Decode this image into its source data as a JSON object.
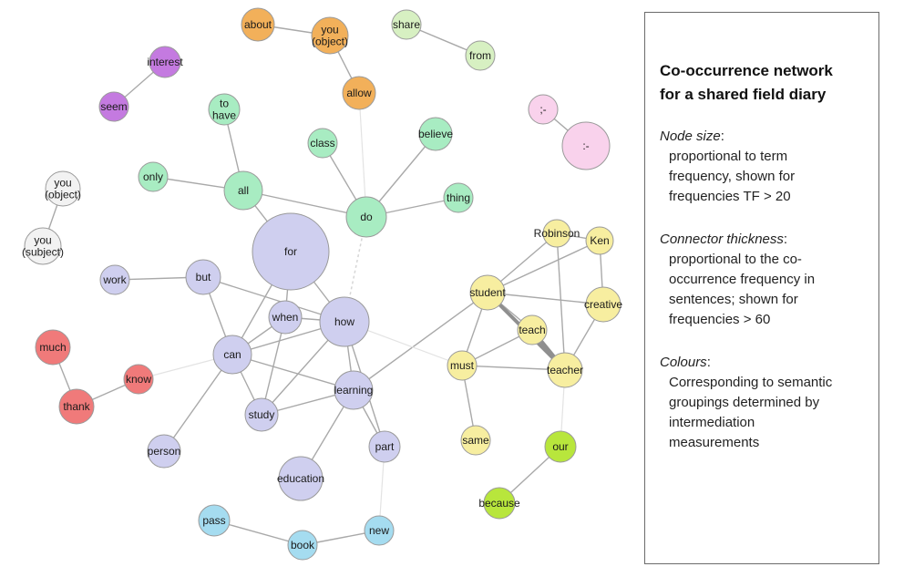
{
  "legend": {
    "title_lines": [
      "Co-occurrence network",
      "for a shared field diary"
    ],
    "sections": [
      {
        "heading": "Node size",
        "suffix": ":",
        "lines": [
          "proportional to term",
          "frequency, shown for",
          "frequencies TF > 20"
        ]
      },
      {
        "heading": "Connector thickness",
        "suffix": ":",
        "lines": [
          "proportional to the co-",
          "occurrence frequency in",
          "sentences; shown for",
          "frequencies > 60"
        ]
      },
      {
        "heading": "Colours",
        "suffix": ":",
        "lines": [
          "Corresponding to semantic",
          "groupings determined by",
          "intermediation",
          "measurements"
        ]
      }
    ]
  },
  "group_colors": {
    "orange": "#f2b05a",
    "lightgreen": "#d7f0c2",
    "purple": "#c47ae0",
    "mint": "#a8ecc2",
    "grey": "#f2f2f2",
    "pink": "#f9d2ec",
    "lavender": "#cfcfef",
    "yellow": "#f7eea0",
    "red": "#f07a7a",
    "green": "#b8e63c",
    "blue": "#a5dcf0"
  },
  "nodes": [
    {
      "id": "about",
      "label": [
        "about"
      ],
      "group": "orange"
    },
    {
      "id": "you_object_top",
      "label": [
        "you",
        "(object)"
      ],
      "group": "orange"
    },
    {
      "id": "allow",
      "label": [
        "allow"
      ],
      "group": "orange"
    },
    {
      "id": "share",
      "label": [
        "share"
      ],
      "group": "lightgreen"
    },
    {
      "id": "from",
      "label": [
        "from"
      ],
      "group": "lightgreen"
    },
    {
      "id": "interest",
      "label": [
        "interest"
      ],
      "group": "purple"
    },
    {
      "id": "seem",
      "label": [
        "seem"
      ],
      "group": "purple"
    },
    {
      "id": "to_have",
      "label": [
        "to",
        "have"
      ],
      "group": "mint"
    },
    {
      "id": "class",
      "label": [
        "class"
      ],
      "group": "mint"
    },
    {
      "id": "believe",
      "label": [
        "believe"
      ],
      "group": "mint"
    },
    {
      "id": "only",
      "label": [
        "only"
      ],
      "group": "mint"
    },
    {
      "id": "all",
      "label": [
        "all"
      ],
      "group": "mint"
    },
    {
      "id": "do",
      "label": [
        "do"
      ],
      "group": "mint"
    },
    {
      "id": "thing",
      "label": [
        "thing"
      ],
      "group": "mint"
    },
    {
      "id": "smiley1",
      "label": [
        ";-"
      ],
      "group": "pink"
    },
    {
      "id": "smiley2",
      "label": [
        ":-"
      ],
      "group": "pink"
    },
    {
      "id": "you_object_left",
      "label": [
        "you",
        "(object)"
      ],
      "group": "grey"
    },
    {
      "id": "you_subject",
      "label": [
        "you",
        "(subject)"
      ],
      "group": "grey"
    },
    {
      "id": "for",
      "label": [
        "for"
      ],
      "group": "lavender"
    },
    {
      "id": "work",
      "label": [
        "work"
      ],
      "group": "lavender"
    },
    {
      "id": "but",
      "label": [
        "but"
      ],
      "group": "lavender"
    },
    {
      "id": "when",
      "label": [
        "when"
      ],
      "group": "lavender"
    },
    {
      "id": "how",
      "label": [
        "how"
      ],
      "group": "lavender"
    },
    {
      "id": "can",
      "label": [
        "can"
      ],
      "group": "lavender"
    },
    {
      "id": "learning",
      "label": [
        "learning"
      ],
      "group": "lavender"
    },
    {
      "id": "study",
      "label": [
        "study"
      ],
      "group": "lavender"
    },
    {
      "id": "part",
      "label": [
        "part"
      ],
      "group": "lavender"
    },
    {
      "id": "person",
      "label": [
        "person"
      ],
      "group": "lavender"
    },
    {
      "id": "education",
      "label": [
        "education"
      ],
      "group": "lavender"
    },
    {
      "id": "robinson",
      "label": [
        "Robinson"
      ],
      "group": "yellow"
    },
    {
      "id": "ken",
      "label": [
        "Ken"
      ],
      "group": "yellow"
    },
    {
      "id": "student",
      "label": [
        "student"
      ],
      "group": "yellow"
    },
    {
      "id": "creative",
      "label": [
        "creative"
      ],
      "group": "yellow"
    },
    {
      "id": "teach",
      "label": [
        "teach"
      ],
      "group": "yellow"
    },
    {
      "id": "must",
      "label": [
        "must"
      ],
      "group": "yellow"
    },
    {
      "id": "teacher",
      "label": [
        "teacher"
      ],
      "group": "yellow"
    },
    {
      "id": "same",
      "label": [
        "same"
      ],
      "group": "yellow"
    },
    {
      "id": "our",
      "label": [
        "our"
      ],
      "group": "green"
    },
    {
      "id": "because",
      "label": [
        "because"
      ],
      "group": "green"
    },
    {
      "id": "much",
      "label": [
        "much"
      ],
      "group": "red"
    },
    {
      "id": "thank",
      "label": [
        "thank"
      ],
      "group": "red"
    },
    {
      "id": "know",
      "label": [
        "know"
      ],
      "group": "red"
    },
    {
      "id": "pass",
      "label": [
        "pass"
      ],
      "group": "blue"
    },
    {
      "id": "book",
      "label": [
        "book"
      ],
      "group": "blue"
    },
    {
      "id": "new",
      "label": [
        "new"
      ],
      "group": "blue"
    }
  ],
  "edges": [
    {
      "from": "about",
      "to": "you_object_top",
      "style": "solid"
    },
    {
      "from": "you_object_top",
      "to": "allow",
      "style": "solid"
    },
    {
      "from": "share",
      "to": "from",
      "style": "solid"
    },
    {
      "from": "interest",
      "to": "seem",
      "style": "solid"
    },
    {
      "from": "you_object_left",
      "to": "you_subject",
      "style": "solid"
    },
    {
      "from": "smiley1",
      "to": "smiley2",
      "style": "solid"
    },
    {
      "from": "to_have",
      "to": "all",
      "style": "solid"
    },
    {
      "from": "only",
      "to": "all",
      "style": "solid"
    },
    {
      "from": "all",
      "to": "do",
      "style": "solid"
    },
    {
      "from": "class",
      "to": "do",
      "style": "solid"
    },
    {
      "from": "believe",
      "to": "do",
      "style": "solid"
    },
    {
      "from": "thing",
      "to": "do",
      "style": "solid"
    },
    {
      "from": "all",
      "to": "for",
      "style": "solid"
    },
    {
      "from": "allow",
      "to": "do",
      "style": "faint"
    },
    {
      "from": "do",
      "to": "how",
      "style": "dashed"
    },
    {
      "from": "for",
      "to": "how",
      "style": "solid"
    },
    {
      "from": "for",
      "to": "can",
      "style": "solid"
    },
    {
      "from": "for",
      "to": "when",
      "style": "solid"
    },
    {
      "from": "work",
      "to": "but",
      "style": "solid"
    },
    {
      "from": "but",
      "to": "can",
      "style": "solid"
    },
    {
      "from": "but",
      "to": "how",
      "style": "solid"
    },
    {
      "from": "when",
      "to": "how",
      "style": "solid"
    },
    {
      "from": "when",
      "to": "can",
      "style": "solid"
    },
    {
      "from": "when",
      "to": "study",
      "style": "solid"
    },
    {
      "from": "can",
      "to": "how",
      "style": "solid"
    },
    {
      "from": "can",
      "to": "learning",
      "style": "solid"
    },
    {
      "from": "can",
      "to": "study",
      "style": "solid"
    },
    {
      "from": "can",
      "to": "person",
      "style": "solid"
    },
    {
      "from": "how",
      "to": "learning",
      "style": "solid"
    },
    {
      "from": "how",
      "to": "part",
      "style": "solid"
    },
    {
      "from": "how",
      "to": "study",
      "style": "solid"
    },
    {
      "from": "learning",
      "to": "study",
      "style": "solid"
    },
    {
      "from": "learning",
      "to": "part",
      "style": "solid"
    },
    {
      "from": "learning",
      "to": "education",
      "style": "solid"
    },
    {
      "from": "learning",
      "to": "student",
      "style": "solid"
    },
    {
      "from": "how",
      "to": "must",
      "style": "faint"
    },
    {
      "from": "student",
      "to": "robinson",
      "style": "solid"
    },
    {
      "from": "student",
      "to": "ken",
      "style": "solid"
    },
    {
      "from": "robinson",
      "to": "ken",
      "style": "solid"
    },
    {
      "from": "ken",
      "to": "creative",
      "style": "solid"
    },
    {
      "from": "robinson",
      "to": "teacher",
      "style": "solid"
    },
    {
      "from": "student",
      "to": "creative",
      "style": "solid"
    },
    {
      "from": "student",
      "to": "teach",
      "style": "solid"
    },
    {
      "from": "student",
      "to": "teacher",
      "style": "thick"
    },
    {
      "from": "student",
      "to": "must",
      "style": "solid"
    },
    {
      "from": "teach",
      "to": "teacher",
      "style": "thick"
    },
    {
      "from": "teach",
      "to": "must",
      "style": "solid"
    },
    {
      "from": "must",
      "to": "teacher",
      "style": "solid"
    },
    {
      "from": "must",
      "to": "same",
      "style": "solid"
    },
    {
      "from": "creative",
      "to": "teacher",
      "style": "solid"
    },
    {
      "from": "teacher",
      "to": "our",
      "style": "faint"
    },
    {
      "from": "our",
      "to": "because",
      "style": "solid"
    },
    {
      "from": "much",
      "to": "thank",
      "style": "solid"
    },
    {
      "from": "thank",
      "to": "know",
      "style": "solid"
    },
    {
      "from": "pass",
      "to": "book",
      "style": "solid"
    },
    {
      "from": "book",
      "to": "new",
      "style": "solid"
    },
    {
      "from": "part",
      "to": "new",
      "style": "faint"
    },
    {
      "from": "know",
      "to": "can",
      "style": "faint"
    }
  ]
}
